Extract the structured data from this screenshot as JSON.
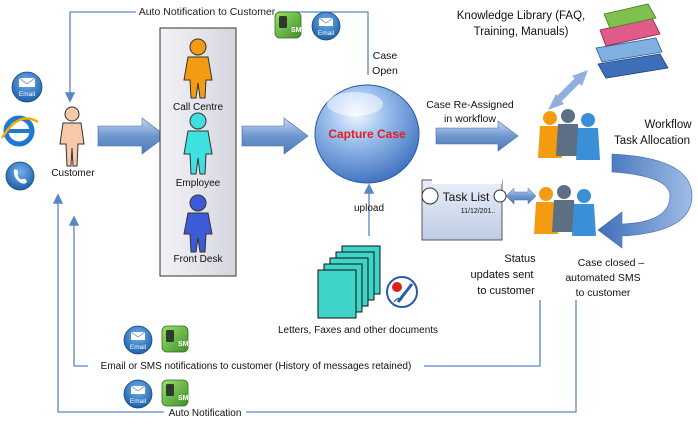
{
  "labels": {
    "auto_notification_top": "Auto Notification to Customer",
    "customer": "Customer",
    "call_centre": "Call Centre",
    "employee": "Employee",
    "front_desk": "Front Desk",
    "case_open_1": "Case",
    "case_open_2": "Open",
    "capture_case": "Capture Case",
    "case_reassigned_1": "Case Re-Assigned",
    "case_reassigned_2": "in workflow",
    "knowledge_1": "Knowledge Library (FAQ,",
    "knowledge_2": "Training, Manuals)",
    "workflow_1": "Workflow",
    "workflow_2": "Task Allocation",
    "task_list": "Task List",
    "task_date": "11/12/201..",
    "upload": "upload",
    "status_1": "Status",
    "status_2": "updates sent",
    "status_3": "to customer",
    "case_closed_1": "Case closed –",
    "case_closed_2": "automated SMS",
    "case_closed_3": "to customer",
    "documents": "Letters, Faxes and other documents",
    "email_sms_history": "Email or SMS notifications to customer (History of messages retained)",
    "auto_notification_bottom": "Auto Notification"
  },
  "icons": {
    "email": "Email",
    "sms": "SMS"
  },
  "colors": {
    "arrow_blue": "#5b86c5",
    "call_centre_person": "#f39c12",
    "employee_person": "#3fe0e0",
    "front_desk_person": "#3b5cd6",
    "customer_person": "#f6c9a8",
    "capture_case_text": "#e02020",
    "documents": "#3fd4c8"
  }
}
